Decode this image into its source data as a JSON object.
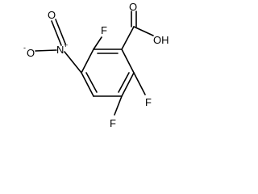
{
  "molecule": {
    "labels": {
      "f_top": "F",
      "f_right": "F",
      "f_bottom": "F",
      "carboxyl_o": "O",
      "carboxyl_oh": "OH",
      "nitro_n": "N",
      "nitro_o_top": "O",
      "nitro_o_left": "O",
      "nitro_n_charge": "+",
      "nitro_o_charge": "-"
    }
  }
}
